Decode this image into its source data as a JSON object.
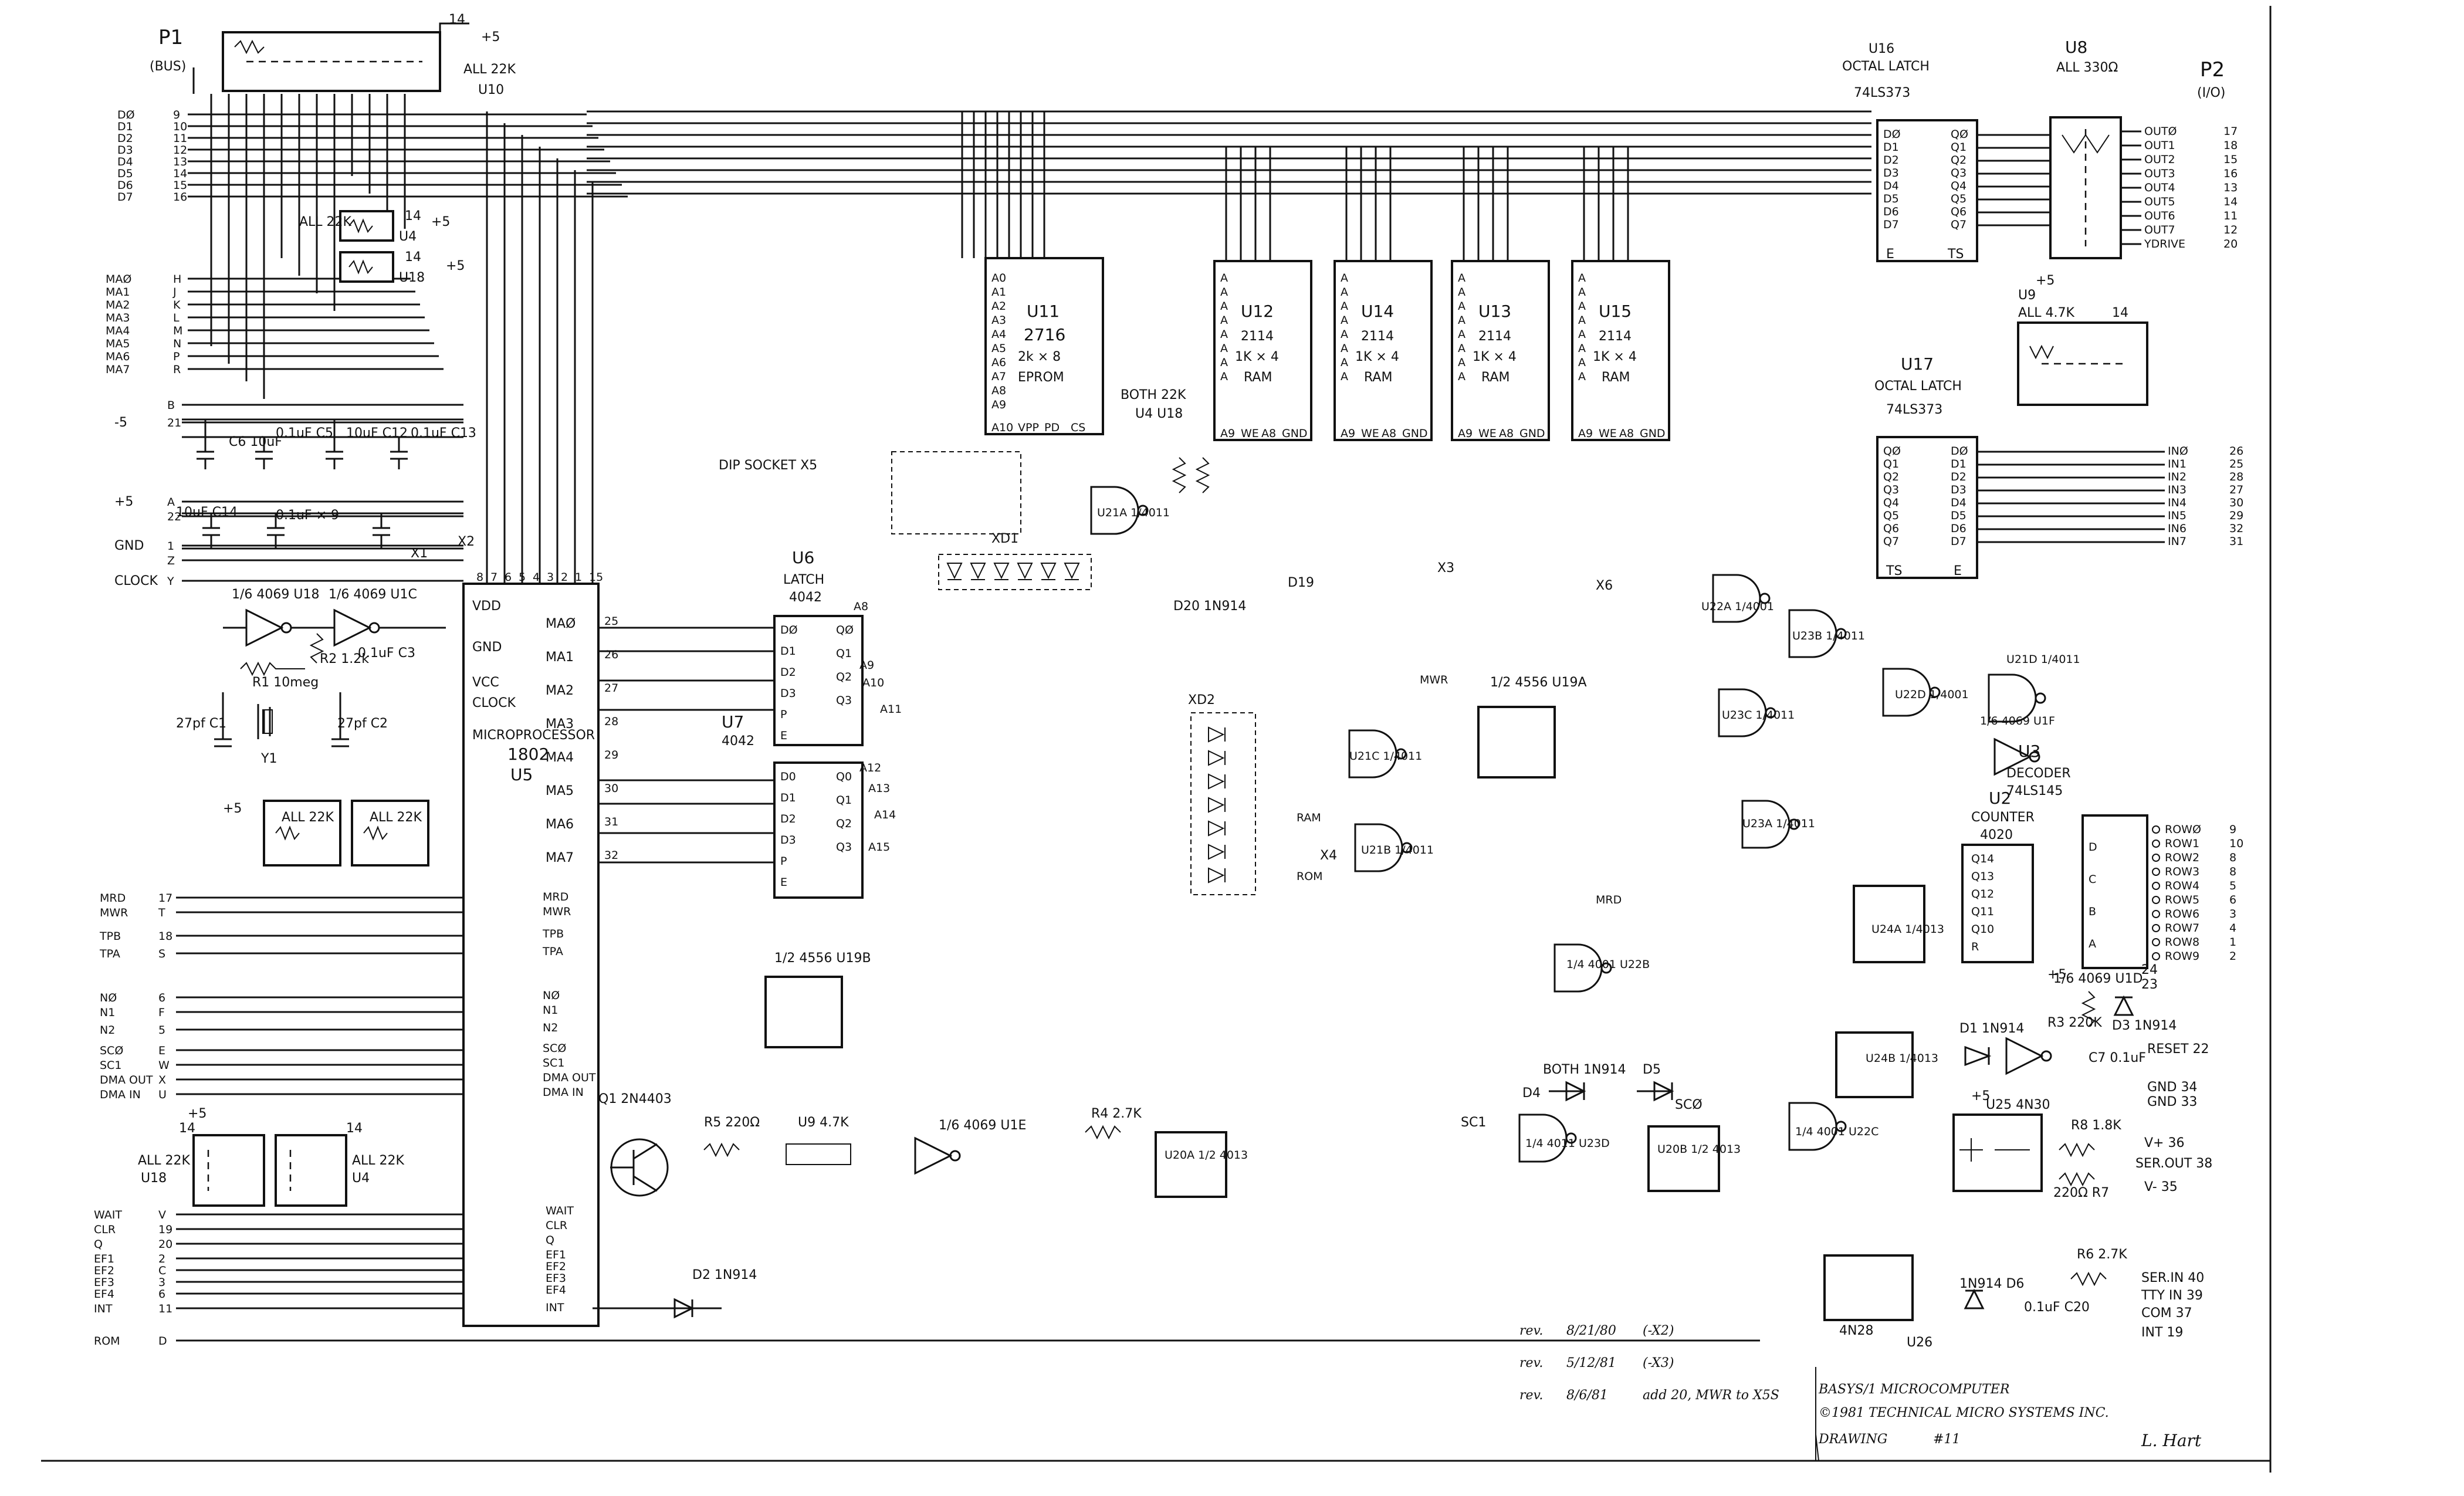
{
  "bus": {
    "title": "P1",
    "subtitle": "(BUS)",
    "data_lines": [
      "DØ",
      "D1",
      "D2",
      "D3",
      "D4",
      "D5",
      "D6",
      "D7"
    ],
    "data_pins": [
      "9",
      "10",
      "11",
      "12",
      "13",
      "14",
      "15",
      "16"
    ],
    "addr_lines": [
      "MAØ",
      "MA1",
      "MA2",
      "MA3",
      "MA4",
      "MA5",
      "MA6",
      "MA7"
    ],
    "addr_pins": [
      "H",
      "J",
      "K",
      "L",
      "M",
      "N",
      "P",
      "R"
    ],
    "power": [
      {
        "name": "",
        "pin": "B"
      },
      {
        "name": "-5",
        "pin": "21"
      },
      {
        "name": "+5",
        "pin": "A"
      },
      {
        "name": "",
        "pin": "22"
      },
      {
        "name": "GND",
        "pin": "1"
      },
      {
        "name": "",
        "pin": "Z"
      },
      {
        "name": "CLOCK",
        "pin": "Y"
      }
    ],
    "ctrl_lines": [
      {
        "name": "MRD",
        "pin": "17"
      },
      {
        "name": "MWR",
        "pin": "T"
      },
      {
        "name": "TPB",
        "pin": "18"
      },
      {
        "name": "TPA",
        "pin": "S"
      },
      {
        "name": "NØ",
        "pin": "6"
      },
      {
        "name": "N1",
        "pin": "F"
      },
      {
        "name": "N2",
        "pin": "5"
      },
      {
        "name": "SCØ",
        "pin": "E"
      },
      {
        "name": "SC1",
        "pin": "W"
      },
      {
        "name": "DMA OUT",
        "pin": "X"
      },
      {
        "name": "DMA IN",
        "pin": "U"
      }
    ],
    "ctrl2_lines": [
      {
        "name": "WAIT",
        "pin": "V"
      },
      {
        "name": "CLR",
        "pin": "19"
      },
      {
        "name": "Q",
        "pin": "20"
      },
      {
        "name": "EF1",
        "pin": "2"
      },
      {
        "name": "EF2",
        "pin": "C"
      },
      {
        "name": "EF3",
        "pin": "3"
      },
      {
        "name": "EF4",
        "pin": "6"
      },
      {
        "name": "INT",
        "pin": "11"
      },
      {
        "name": "ROM",
        "pin": "D"
      }
    ]
  },
  "resistor_packs": {
    "u10": {
      "name": "U10",
      "value": "ALL 22K",
      "pin": "14",
      "supply": "+5"
    },
    "u4_top": {
      "name": "U4",
      "value": "ALL 22K",
      "pin": "14",
      "supply": "+5"
    },
    "u18_top": {
      "name": "U18",
      "pin": "14",
      "supply": "+5"
    },
    "u18_bottom": {
      "name": "U18",
      "value": "ALL 22K",
      "pin": "14",
      "supply": "+5"
    },
    "u4_bottom": {
      "name": "U4",
      "value": "ALL 22K",
      "pin": "14",
      "supply": "+5"
    },
    "u8": {
      "name": "U8",
      "value": "ALL 330Ω"
    },
    "u9": {
      "name": "U9",
      "value": "ALL 4.7K",
      "supply": "+5",
      "pin": "14"
    }
  },
  "caps": {
    "c6": "C6 10uF",
    "c5": "0.1uF C5",
    "c12": "10uF C12",
    "c13": "0.1uF C13",
    "c14": "10uF C14",
    "c_bank": "0.1uF × 9",
    "x1": "X1",
    "x2": "X2"
  },
  "oscillator": {
    "u18b": "1/6 4069 U18",
    "u1c": "1/6 4069 U1C",
    "r1": "R1 10meg",
    "r2": "R2 1.2k",
    "c3": "0.1uF C3",
    "y1": "Y1",
    "c1": "27pf C1",
    "c2": "27pf C2"
  },
  "cpu": {
    "name": "MICROPROCESSOR",
    "part": "1802",
    "ref": "U5",
    "pins_left": [
      "VDD",
      "GND",
      "VCC",
      "CLOCK"
    ],
    "addr_pins": [
      "MAØ",
      "MA1",
      "MA2",
      "MA3",
      "MA4",
      "MA5",
      "MA6",
      "MA7"
    ],
    "addr_nums": [
      "25",
      "26",
      "27",
      "28",
      "29",
      "30",
      "31",
      "32"
    ],
    "ctrl_pins": [
      "MRD",
      "MWR",
      "TPB",
      "TPA",
      "NØ",
      "N1",
      "N2",
      "SCØ",
      "SC1",
      "DMA OUT",
      "DMA IN"
    ],
    "lower_pins": [
      "WAIT",
      "CLR",
      "Q",
      "EF1",
      "EF2",
      "EF3",
      "EF4",
      "INT"
    ],
    "top_nums": [
      "8",
      "7",
      "6",
      "5",
      "4",
      "3",
      "2",
      "1",
      "15"
    ]
  },
  "latch_u6": {
    "ref": "U6",
    "name": "LATCH",
    "part": "4042",
    "inputs": [
      "DØ",
      "D1",
      "D2",
      "D3",
      "P",
      "E"
    ],
    "outputs": [
      "QØ",
      "Q1",
      "Q2",
      "Q3"
    ]
  },
  "latch_u7": {
    "ref": "U7",
    "part": "4042",
    "inputs": [
      "D0",
      "D1",
      "D2",
      "D3",
      "P",
      "E"
    ],
    "outputs": [
      "Q0",
      "Q1",
      "Q2",
      "Q3"
    ]
  },
  "eprom": {
    "ref": "U11",
    "part": "2716",
    "desc": "2k × 8",
    "type": "EPROM",
    "pins": [
      "A0",
      "A1",
      "A2",
      "A3",
      "A4",
      "A5",
      "A6",
      "A7",
      "A8",
      "A9",
      "A10",
      "VPP",
      "PD",
      "CS"
    ]
  },
  "rams": [
    {
      "ref": "U12",
      "part": "2114",
      "desc": "1K × 4",
      "type": "RAM"
    },
    {
      "ref": "U14",
      "part": "2114",
      "desc": "1K × 4",
      "type": "RAM"
    },
    {
      "ref": "U13",
      "part": "2114",
      "desc": "1K × 4",
      "type": "RAM"
    },
    {
      "ref": "U15",
      "part": "2114",
      "desc": "1K × 4",
      "type": "RAM"
    }
  ],
  "ram_pins": [
    "A",
    "A",
    "A",
    "A",
    "A",
    "A",
    "A",
    "A",
    "A9",
    "WE",
    "A8",
    "GND"
  ],
  "output_latch": {
    "ref": "U16",
    "name": "OCTAL LATCH",
    "part": "74LS373",
    "d": [
      "DØ",
      "D1",
      "D2",
      "D3",
      "D4",
      "D5",
      "D6",
      "D7"
    ],
    "q": [
      "QØ",
      "Q1",
      "Q2",
      "Q3",
      "Q4",
      "Q5",
      "Q6",
      "Q7"
    ],
    "e": "E",
    "ts": "TS"
  },
  "input_latch": {
    "ref": "U17",
    "name": "OCTAL LATCH",
    "part": "74LS373",
    "ts": "TS",
    "e": "E"
  },
  "p2": {
    "title": "P2",
    "subtitle": "(I/O)",
    "outs": [
      {
        "name": "OUTØ",
        "pin": "17"
      },
      {
        "name": "OUT1",
        "pin": "18"
      },
      {
        "name": "OUT2",
        "pin": "15"
      },
      {
        "name": "OUT3",
        "pin": "16"
      },
      {
        "name": "OUT4",
        "pin": "13"
      },
      {
        "name": "OUT5",
        "pin": "14"
      },
      {
        "name": "OUT6",
        "pin": "11"
      },
      {
        "name": "OUT7",
        "pin": "12"
      },
      {
        "name": "YDRIVE",
        "pin": "20"
      }
    ],
    "ins": [
      {
        "name": "INØ",
        "pin": "26"
      },
      {
        "name": "IN1",
        "pin": "25"
      },
      {
        "name": "IN2",
        "pin": "28"
      },
      {
        "name": "IN3",
        "pin": "27"
      },
      {
        "name": "IN4",
        "pin": "30"
      },
      {
        "name": "IN5",
        "pin": "29"
      },
      {
        "name": "IN6",
        "pin": "32"
      },
      {
        "name": "IN7",
        "pin": "31"
      }
    ]
  },
  "decoder": {
    "ref": "U3",
    "name": "DECODER",
    "part": "74LS145",
    "rows": [
      {
        "name": "ROWØ",
        "pin": "9"
      },
      {
        "name": "ROW1",
        "pin": "10"
      },
      {
        "name": "ROW2",
        "pin": "8"
      },
      {
        "name": "ROW3",
        "pin": "8"
      },
      {
        "name": "ROW4",
        "pin": "5"
      },
      {
        "name": "ROW5",
        "pin": "6"
      },
      {
        "name": "ROW6",
        "pin": "3"
      },
      {
        "name": "ROW7",
        "pin": "4"
      },
      {
        "name": "ROW8",
        "pin": "1"
      },
      {
        "name": "ROW9",
        "pin": "2"
      }
    ],
    "inputs": [
      "D",
      "C",
      "B",
      "A"
    ]
  },
  "counter": {
    "ref": "U2",
    "name": "COUNTER",
    "part": "4020",
    "pins": [
      "Q14",
      "Q13",
      "Q12",
      "Q11",
      "Q10",
      "R"
    ]
  },
  "gates": {
    "u21a": "U21A 1/4011",
    "u21c": "U21C 1/4011",
    "u21b": "U21B 1/4011",
    "u21d": "U21D 1/4011",
    "u22a": "U22A 1/4001",
    "u23b": "U23B 1/4011",
    "u23c": "U23C 1/4011",
    "u23a": "U23A 1/4011",
    "u22b": "1/4 4001 U22B",
    "u22c": "1/4 4001 U22C",
    "u23d": "1/4 4011 U23D",
    "u22d": "U22D 1/4001",
    "u1f": "1/6 4069 U1F",
    "u1e": "1/6 4069 U1E",
    "u1d": "1/6 4069 U1D",
    "u19a": "1/2 4556 U19A",
    "u19b": "1/2 4556 U19B",
    "u24a": "U24A 1/4013",
    "u24b": "U24B 1/4013",
    "u20a": "U20A 1/2 4013",
    "u20b": "U20B 1/2 4013"
  },
  "sockets": {
    "xd1": "XD1",
    "xd2": "XD2",
    "x3": "X3",
    "x4": "X4",
    "x5": "DIP SOCKET X5",
    "x6": "X6",
    "xd2_label": "D19"
  },
  "memory_signals": [
    "A8",
    "A9",
    "A10",
    "A11",
    "A12",
    "A13",
    "A14",
    "A15",
    "MWR",
    "MRD",
    "RAM",
    "ROM"
  ],
  "misc": {
    "both_22k": "BOTH 22K",
    "u4_u18": "U4 U18",
    "d20": "D20 1N914",
    "both_1n914": "BOTH 1N914",
    "d4": "D4",
    "d5": "D5",
    "sc0": "SCØ",
    "sc1": "SC1",
    "q1": "Q1 2N4403",
    "r5": "R5 220Ω",
    "u9_47k": "U9 4.7K",
    "r4": "R4 2.7K",
    "d2": "D2 1N914",
    "d1": "D1 1N914",
    "d3": "D3 1N914",
    "r3": "R3 220K",
    "c7": "C7 0.1uF",
    "r8": "R8 1.8K",
    "r7": "220Ω R7",
    "u25": "U25 4N30",
    "u26": "U26",
    "u26_part": "4N28",
    "d6": "1N914 D6",
    "c20": "0.1uF C20",
    "r6": "R6 2.7K",
    "plus5": "+5",
    "reset": "RESET 22",
    "gnd33": "GND 33",
    "gnd34": "GND 34",
    "vplus": "V+ 36",
    "serout": "SER.OUT 38",
    "vminus": "V- 35",
    "serin": "SER.IN 40",
    "ttyin": "TTY IN 39",
    "com": "COM 37",
    "int19": "INT 19",
    "pin24": "24",
    "pin23": "23"
  },
  "revisions": [
    {
      "tag": "rev.",
      "date": "8/21/80",
      "note": "(-X2)"
    },
    {
      "tag": "rev.",
      "date": "5/12/81",
      "note": "(-X3)"
    },
    {
      "tag": "rev.",
      "date": "8/6/81",
      "note": "add 20, MWR to X5S"
    }
  ],
  "title_block": {
    "line1": "BASYS/1   MICROCOMPUTER",
    "line2": "©1981  TECHNICAL  MICRO  SYSTEMS  INC.",
    "line3": "DRAWING",
    "drawing_no": "#11",
    "signature": "L. Hart"
  },
  "colors": {
    "ink": "#111111",
    "paper": "#ffffff"
  }
}
